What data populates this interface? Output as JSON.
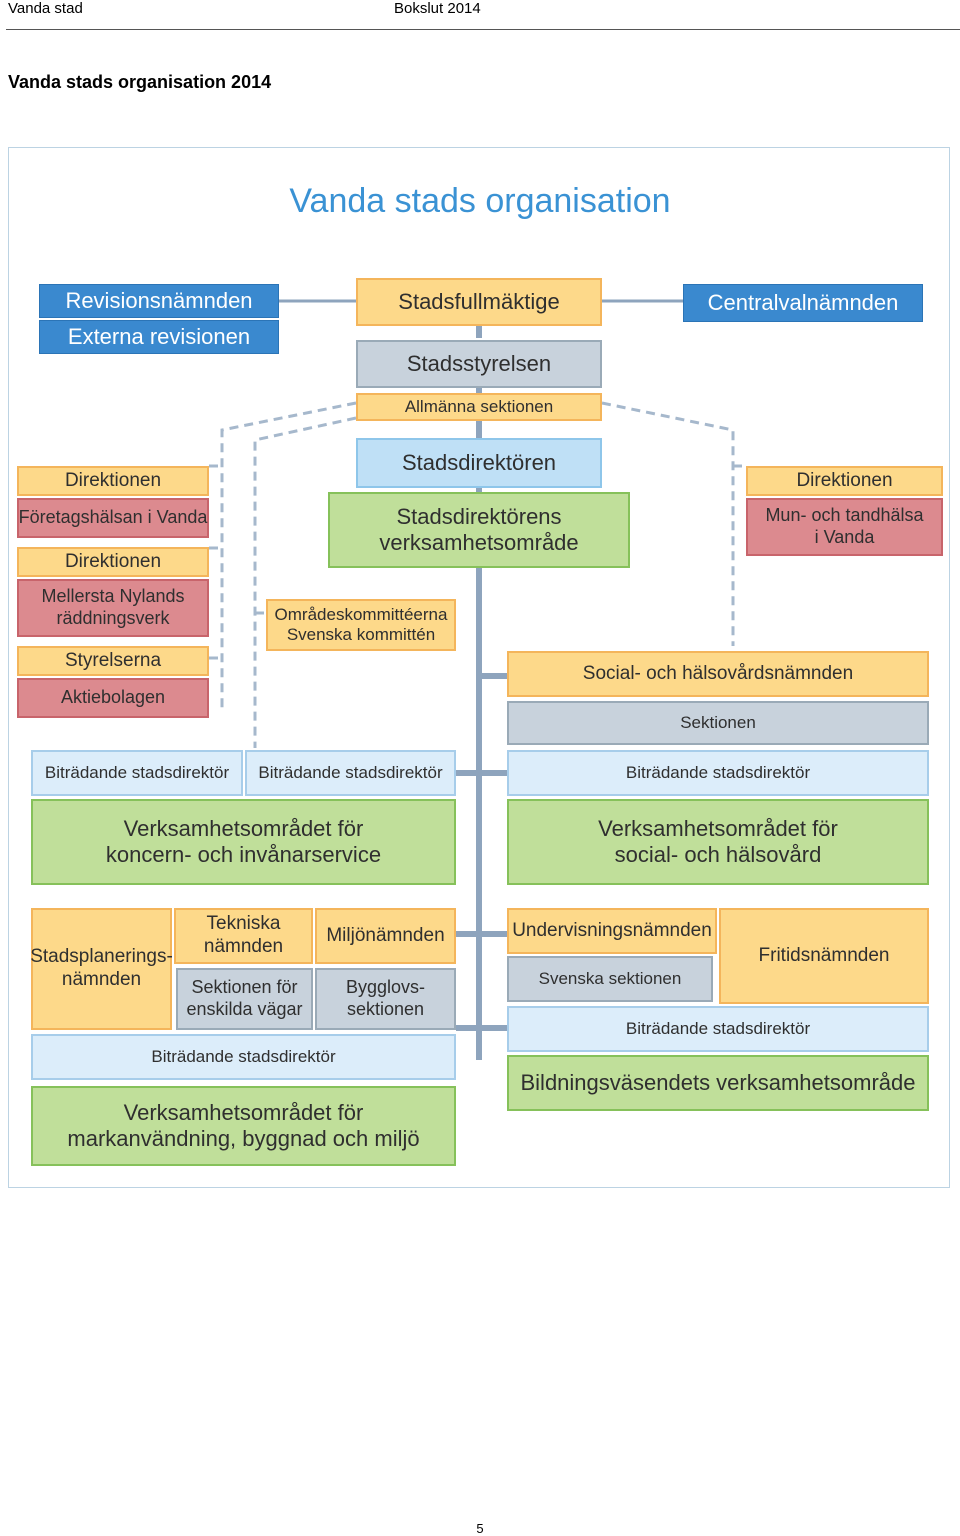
{
  "header": {
    "left": "Vanda stad",
    "center": "Bokslut 2014"
  },
  "page_title": "Vanda stads organisation 2014",
  "footer": {
    "page_number": "5"
  },
  "chart": {
    "title": "Vanda stads organisation",
    "revisionsnamnden": "Revisionsnämnden",
    "externa_revisionen": "Externa revisionen",
    "stadsfullmaktige": "Stadsfullmäktige",
    "centralvalnamnden": "Centralvalnämnden",
    "stadsstyrelsen": "Stadsstyrelsen",
    "allmanna_sektionen": "Allmänna sektionen",
    "stadsdirektoren": "Stadsdirektören",
    "stadsdirektorens_omrade": "Stadsdirektörens\nverksamhetsområde",
    "left_direktionen_1": "Direktionen",
    "foretagshalsan": "Företagshälsan i Vanda",
    "left_direktionen_2": "Direktionen",
    "mellersta_nylands": "Mellersta Nylands\nräddningsverk",
    "styrelserna": "Styrelserna",
    "aktiebolagen": "Aktiebolagen",
    "right_direktionen": "Direktionen",
    "mun_och_tandhalsa": "Mun- och tandhälsa\ni Vanda",
    "omradeskommitteerna": "Områdeskommittéerna\nSvenska kommittén",
    "social_halsovardsnamnden": "Social- och hälsovårdsnämnden",
    "sektionen": "Sektionen",
    "bitr_1": "Biträdande stadsdirektör",
    "bitr_2": "Biträdande stadsdirektör",
    "bitr_3": "Biträdande stadsdirektör",
    "bitr_4": "Biträdande stadsdirektör",
    "bitr_5": "Biträdande stadsdirektör",
    "koncern_service": "Verksamhetsområdet för\nkoncern- och invånarservice",
    "social_halsovard": "Verksamhetsområdet för\nsocial- och hälsovård",
    "stadsplanering": "Stadsplanerings-\nnämnden",
    "tekniska": "Tekniska\nnämnden",
    "miljonamnden": "Miljönämnden",
    "sektionen_enskilda": "Sektionen för\nenskilda vägar",
    "bygglov": "Bygglovs-\nsektionen",
    "markanvandning": "Verksamhetsområdet för\nmarkanvändning, byggnad och miljö",
    "undervisningsnamnden": "Undervisningsnämnden",
    "fritidsnamnden": "Fritidsnämnden",
    "svenska_sektionen": "Svenska sektionen",
    "bildning": "Bildningsväsendets verksamhetsområde"
  },
  "colors": {
    "blue": "#3a89cf",
    "orange": "#fdd98a",
    "gray": "#c8d2dc",
    "light_blue": "#bfe0f6",
    "green": "#c0df9a",
    "red": "#dc8a8f",
    "connector": "#8ea4bd"
  }
}
